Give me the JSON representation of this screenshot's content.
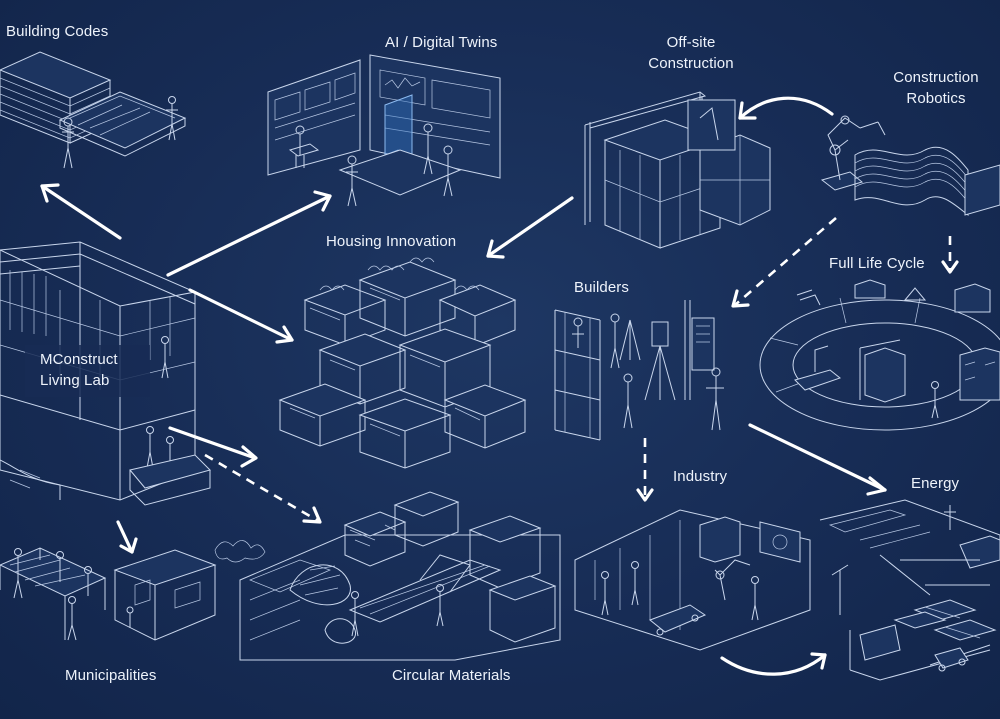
{
  "labels": {
    "building_codes": "Building Codes",
    "ai_digital_twins": "AI / Digital Twins",
    "offsite_line1": "Off-site",
    "offsite_line2": "Construction",
    "robotics_line1": "Construction",
    "robotics_line2": "Robotics",
    "housing_innovation": "Housing Innovation",
    "builders": "Builders",
    "full_life_cycle": "Full Life Cycle",
    "living_lab_line1": "MConstruct",
    "living_lab_line2": "Living Lab",
    "industry": "Industry",
    "energy": "Energy",
    "municipalities": "Municipalities",
    "circular_materials": "Circular Materials"
  },
  "colors": {
    "background": "#172c55",
    "linework": "#c9d6ec",
    "arrows": "#ffffff",
    "hologram": "#4a8fe0"
  }
}
